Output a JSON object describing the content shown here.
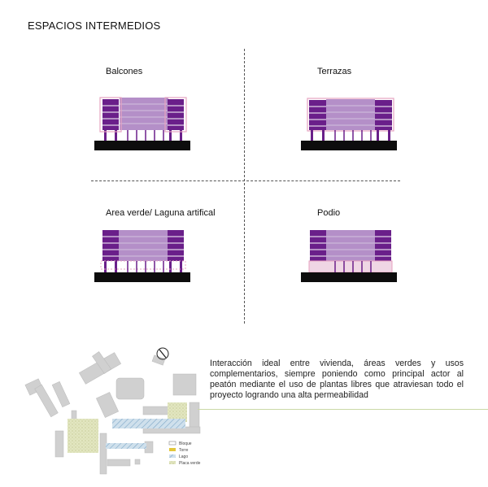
{
  "page": {
    "title": "ESPACIOS INTERMEDIOS",
    "description": "Interacción ideal entre vivienda, áreas verdes y usos complementarios, siempre poniendo como principal actor al peatón mediante el uso de plantas libres que atraviesan todo el proyecto logrando una alta permeabilidad"
  },
  "quadrants": [
    {
      "label": "Balcones"
    },
    {
      "label": "Terrazas"
    },
    {
      "label": "Area verde/ Laguna artifical"
    },
    {
      "label": "Podio"
    }
  ],
  "legend": {
    "items": [
      "Bloque",
      "Torre",
      "Lago",
      "Placa verde"
    ]
  },
  "colors": {
    "tower": "#6a1f8a",
    "block": "#b48fc8",
    "ground": "#0d0d0d",
    "highlight": "#e7a3c0",
    "green_line": "#cbd8a6"
  }
}
